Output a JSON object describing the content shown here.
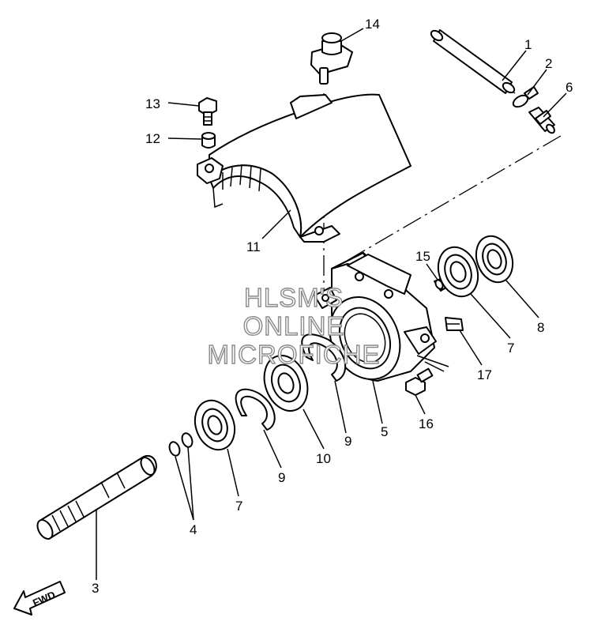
{
  "diagram": {
    "watermark": [
      "HLSM'S",
      "ONLINE",
      "MICROFICHE"
    ],
    "direction_label": "FWD",
    "callouts": [
      {
        "id": "1",
        "label": "1"
      },
      {
        "id": "2",
        "label": "2"
      },
      {
        "id": "3",
        "label": "3"
      },
      {
        "id": "4",
        "label": "4"
      },
      {
        "id": "5",
        "label": "5"
      },
      {
        "id": "6",
        "label": "6"
      },
      {
        "id": "7a",
        "label": "7"
      },
      {
        "id": "7b",
        "label": "7"
      },
      {
        "id": "8",
        "label": "8"
      },
      {
        "id": "9a",
        "label": "9"
      },
      {
        "id": "9b",
        "label": "9"
      },
      {
        "id": "10",
        "label": "10"
      },
      {
        "id": "11",
        "label": "11"
      },
      {
        "id": "12",
        "label": "12"
      },
      {
        "id": "13",
        "label": "13"
      },
      {
        "id": "14",
        "label": "14"
      },
      {
        "id": "15",
        "label": "15"
      },
      {
        "id": "16",
        "label": "16"
      },
      {
        "id": "17",
        "label": "17"
      }
    ]
  }
}
